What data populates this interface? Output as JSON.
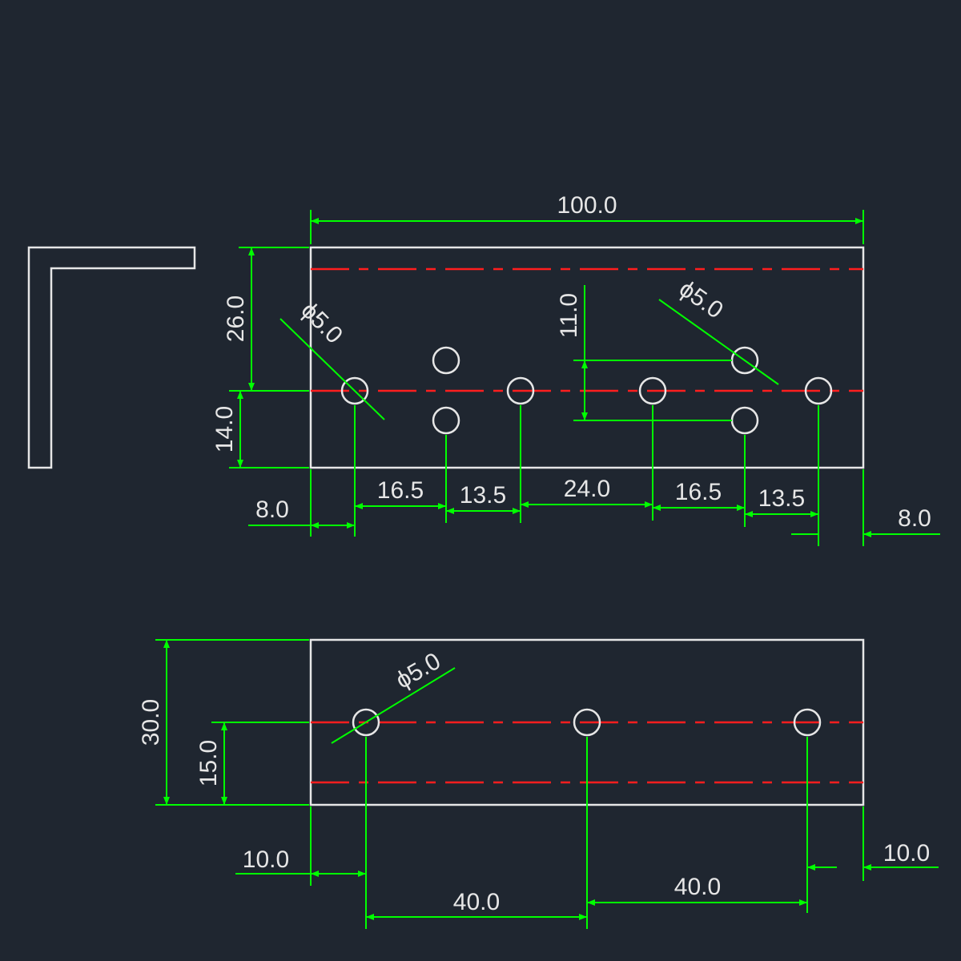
{
  "colors": {
    "background": "#1f2630",
    "outline": "#e6e6e6",
    "dimension": "#00ff00",
    "centerline": "#ff1e1e"
  },
  "top_view": {
    "overall_width": "100.0",
    "height_upper": "26.0",
    "height_lower": "14.0",
    "hole_offset": "11.0",
    "diameter_left": "ϕ5.0",
    "diameter_right": "ϕ5.0",
    "spacings": [
      "8.0",
      "16.5",
      "13.5",
      "24.0",
      "16.5",
      "13.5",
      "8.0"
    ]
  },
  "bottom_view": {
    "height": "30.0",
    "hole_height": "15.0",
    "diameter": "ϕ5.0",
    "spacings": [
      "10.0",
      "40.0",
      "40.0",
      "10.0"
    ]
  }
}
